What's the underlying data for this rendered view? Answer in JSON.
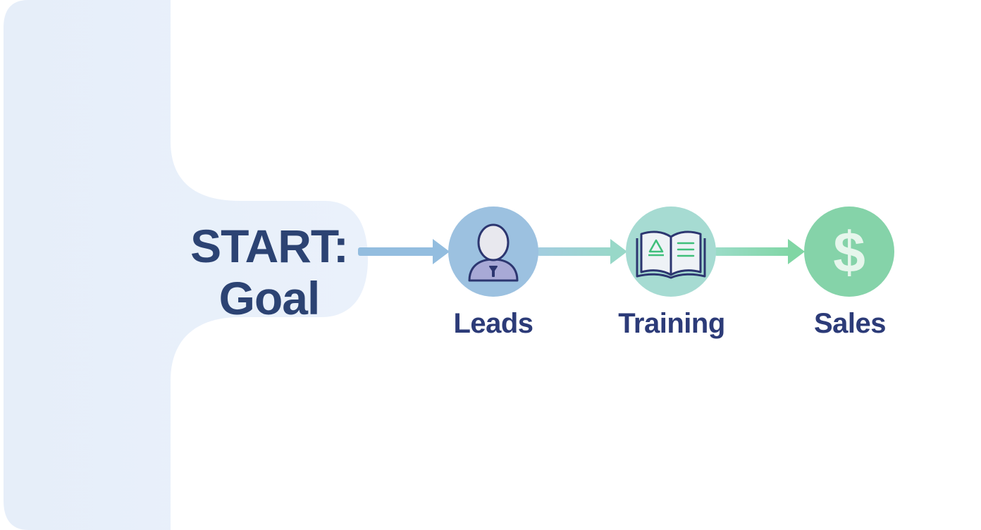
{
  "start": {
    "line1": "START:",
    "line2": "Goal"
  },
  "steps": [
    {
      "label": "Leads",
      "icon": "person-icon",
      "color": "#9cc1e0"
    },
    {
      "label": "Training",
      "icon": "open-book-icon",
      "color": "#a6dbd2"
    },
    {
      "label": "Sales",
      "icon": "dollar-sign-icon",
      "color": "#85d3a9"
    }
  ],
  "colors": {
    "panel": "#e6eef9",
    "title_text": "#2c4373",
    "label_text": "#2c3b78",
    "arrow_1": "#93bddf",
    "arrow_2": "#9bd7cb",
    "arrow_3": "#85d6a6"
  }
}
